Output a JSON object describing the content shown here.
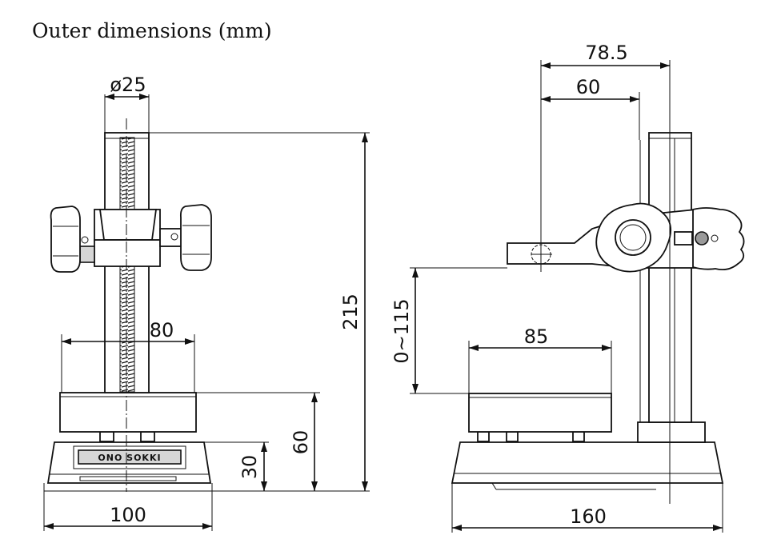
{
  "title": "Outer dimensions (mm)",
  "front_view": {
    "diameter": "ø25",
    "height_total": "215",
    "base_width": "80",
    "table_height": "60",
    "base_height": "30",
    "overall_width": "100",
    "logo_text": "ONO SOKKI"
  },
  "side_view": {
    "reach_max": "78.5",
    "reach_min": "60",
    "stroke": "0~115",
    "table_width": "85",
    "overall_depth": "160"
  }
}
